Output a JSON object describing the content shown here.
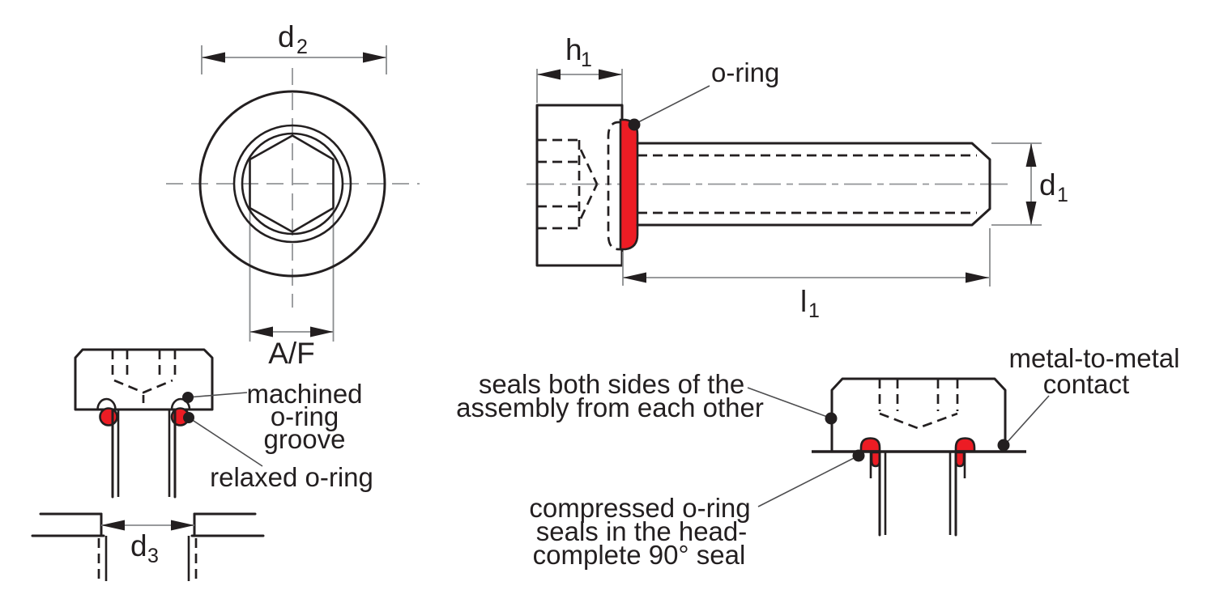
{
  "figure": {
    "type": "technical-drawing",
    "subject": "socket head sealing screw with captive o-ring",
    "colors": {
      "outline": "#231f20",
      "dimension_gray": "#8a8c8e",
      "centerline_gray": "#939598",
      "oring_red": "#ec1c24",
      "background": "#ffffff"
    },
    "views": {
      "front_view": {
        "dim_d2": {
          "base": "d",
          "sub": "2"
        },
        "dim_af": "A/F"
      },
      "side_view": {
        "dim_h1": {
          "base": "h",
          "sub": "1"
        },
        "dim_d1": {
          "base": "d",
          "sub": "1"
        },
        "dim_l1": {
          "base": "l",
          "sub": "1"
        },
        "callout_oring": "o-ring"
      },
      "groove_detail": {
        "callout_machined_groove": [
          "machined",
          "o-ring",
          "groove"
        ],
        "callout_relaxed_oring": "relaxed o-ring",
        "dim_d3": {
          "base": "d",
          "sub": "3"
        }
      },
      "assembly_view": {
        "callout_seals": [
          "seals both sides of the",
          "assembly from each other"
        ],
        "callout_metal": [
          "metal-to-metal",
          "contact"
        ],
        "callout_compressed": [
          "compressed o-ring",
          "seals in the head-",
          "complete 90° seal"
        ]
      }
    }
  }
}
